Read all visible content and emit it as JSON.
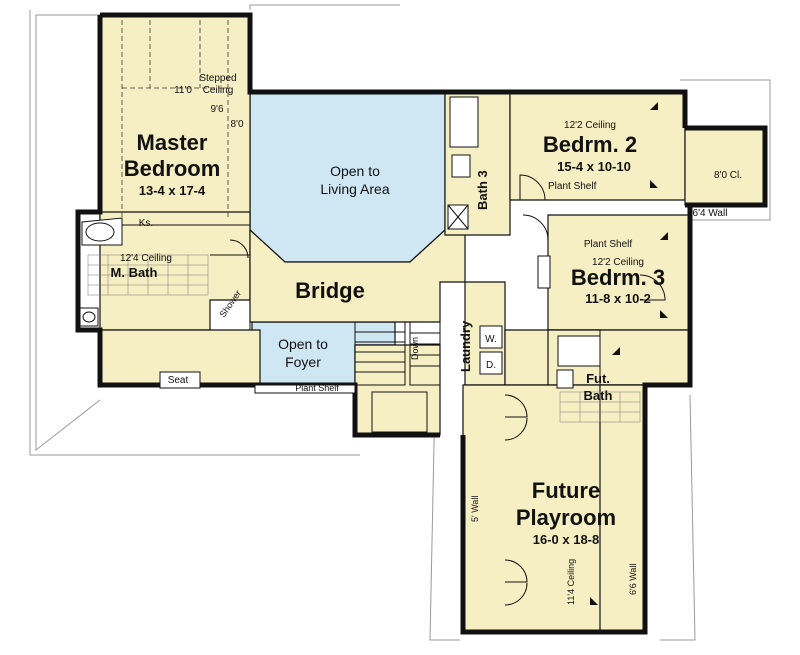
{
  "rooms": {
    "master": {
      "name_line1": "Master",
      "name_line2": "Bedroom",
      "size": "13-4 x 17-4"
    },
    "living": {
      "line1": "Open to",
      "line2": "Living Area"
    },
    "bedrm2": {
      "name": "Bedrm. 2",
      "size": "15-4 x 10-10"
    },
    "bath3": {
      "name": "Bath 3"
    },
    "bedrm3": {
      "name": "Bedrm. 3",
      "size": "11-8 x 10-2"
    },
    "mbath": {
      "name": "M. Bath"
    },
    "bridge": {
      "name": "Bridge"
    },
    "foyer": {
      "line1": "Open to",
      "line2": "Foyer"
    },
    "laundry": {
      "name": "Laundry"
    },
    "futbath": {
      "line1": "Fut.",
      "line2": "Bath"
    },
    "playroom": {
      "line1": "Future",
      "line2": "Playroom",
      "size": "16-0 x 18-8"
    }
  },
  "notes": {
    "stepped_line1": "Stepped",
    "stepped_line2": "Ceiling",
    "dim_110": "11'0",
    "dim_96": "9'6",
    "dim_80": "8'0",
    "bed2_ceiling": "12'2 Ceiling",
    "plant_shelf": "Plant Shelf",
    "cl_80": "8'0 Cl.",
    "wall_64": "6'4 Wall",
    "bed3_plant_shelf": "Plant Shelf",
    "bed3_ceiling": "12'2 Ceiling",
    "mbath_ceiling": "12'4 Ceiling",
    "ks": "Ks.",
    "shower": "Shower",
    "seat": "Seat",
    "foyer_plant_shelf": "Plant Shelf",
    "down": "Down",
    "washer": "W.",
    "dryer": "D.",
    "wall_5": "5' Wall",
    "ceiling_114": "11'4 Ceiling",
    "wall_66": "6'6 Wall"
  }
}
